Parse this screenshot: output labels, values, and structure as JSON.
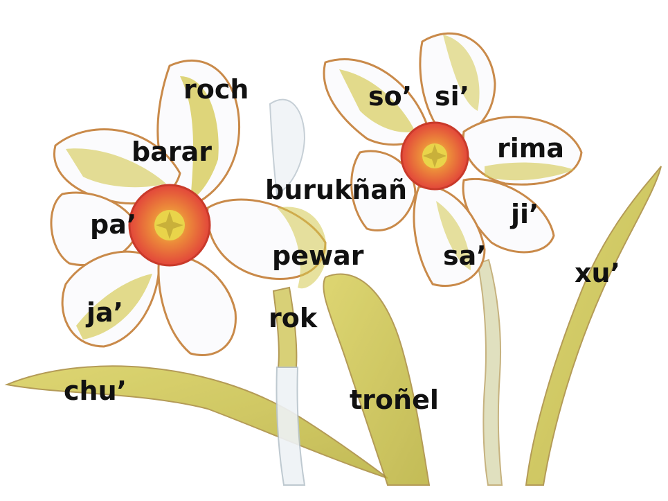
{
  "labels": {
    "roch": "roch",
    "barar": "barar",
    "pa": "pa’",
    "ja": "ja’",
    "chu": "chu’",
    "so": "so’",
    "si": "si’",
    "rima": "rima",
    "burukñañ": "burukñañ",
    "ji": "ji’",
    "pewar": "pewar",
    "sa": "sa’",
    "xu": "xu’",
    "rok": "rok",
    "troñel": "troñel"
  },
  "colors": {
    "stem_green": "#c9c24a",
    "petal_shade": "#c98a4a",
    "corona_red": "#e8503a",
    "corona_yellow": "#e9d44a"
  }
}
